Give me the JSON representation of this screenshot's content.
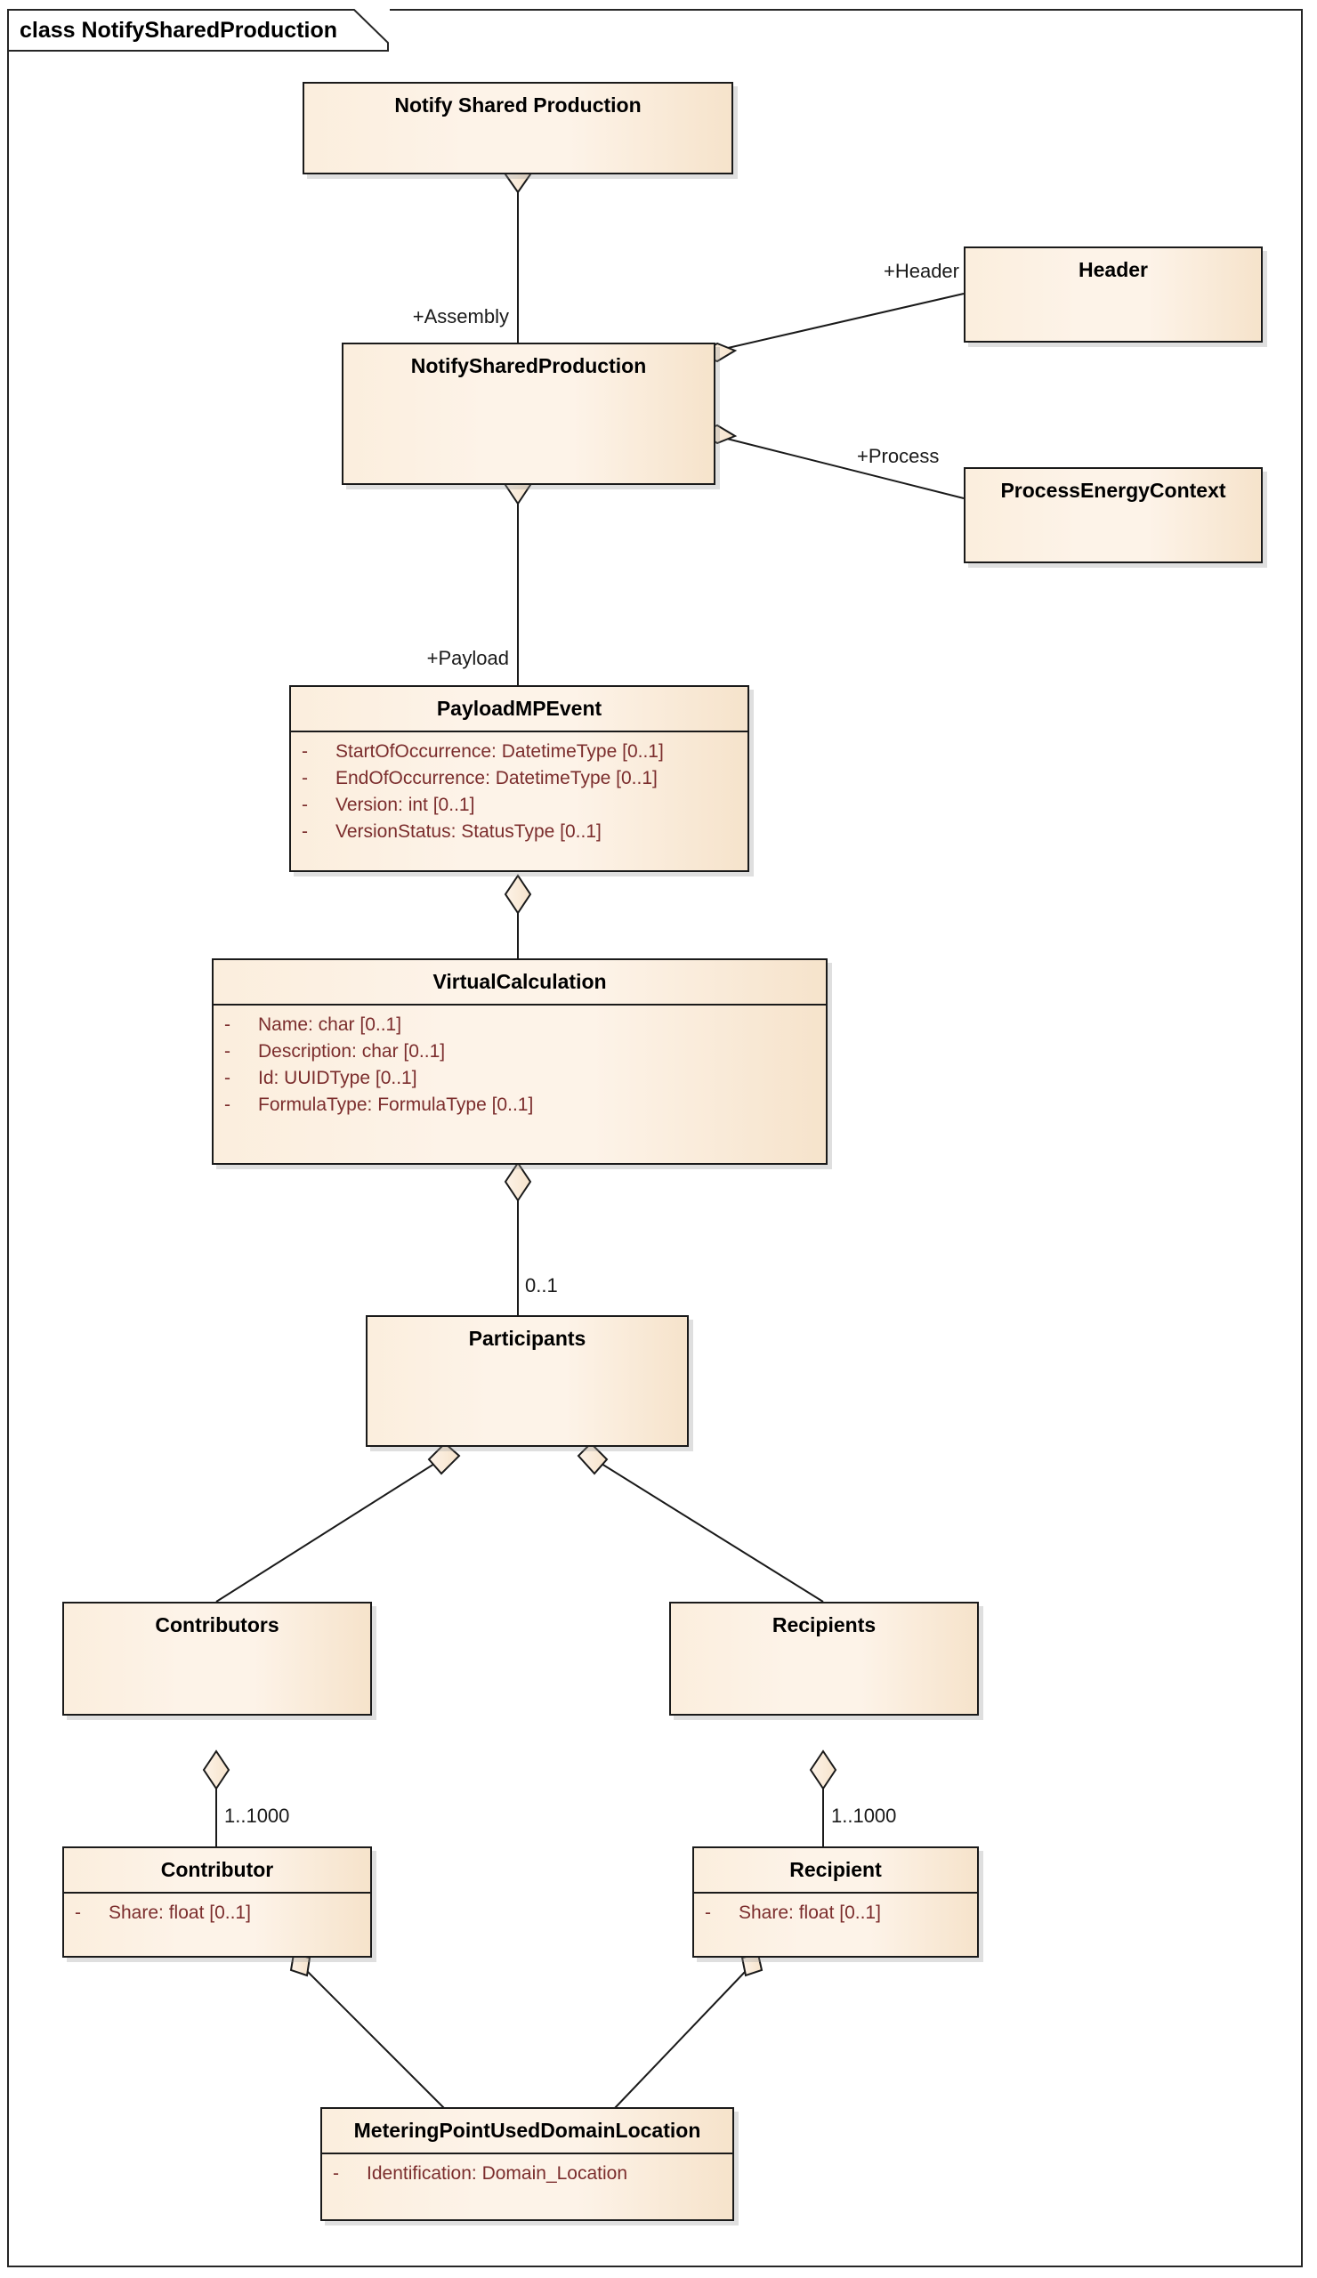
{
  "diagram": {
    "frame_label": "class NotifySharedProduction",
    "kind": "uml-class-diagram",
    "palette": {
      "class_fill_light": "#fdf3e8",
      "class_fill_dark": "#f6e3cb",
      "class_border": "#1a1a1a",
      "attribute_text": "#7b2d2d",
      "title_text": "#000000",
      "edge_line": "#1a1a1a",
      "background": "#ffffff"
    }
  },
  "classes": {
    "notify_shared_production_root": {
      "name": "Notify Shared Production",
      "attributes": []
    },
    "notify_shared_production": {
      "name": "NotifySharedProduction",
      "attributes": []
    },
    "header": {
      "name": "Header",
      "attributes": []
    },
    "process_energy_context": {
      "name": "ProcessEnergyContext",
      "attributes": []
    },
    "payload_mp_event": {
      "name": "PayloadMPEvent",
      "attributes": [
        {
          "visibility": "-",
          "text": "StartOfOccurrence: DatetimeType [0..1]"
        },
        {
          "visibility": "-",
          "text": "EndOfOccurrence: DatetimeType [0..1]"
        },
        {
          "visibility": "-",
          "text": "Version: int [0..1]"
        },
        {
          "visibility": "-",
          "text": "VersionStatus: StatusType [0..1]"
        }
      ]
    },
    "virtual_calculation": {
      "name": "VirtualCalculation",
      "attributes": [
        {
          "visibility": "-",
          "text": "Name: char [0..1]"
        },
        {
          "visibility": "-",
          "text": "Description: char [0..1]"
        },
        {
          "visibility": "-",
          "text": "Id: UUIDType [0..1]"
        },
        {
          "visibility": "-",
          "text": "FormulaType: FormulaType [0..1]"
        }
      ]
    },
    "participants": {
      "name": "Participants",
      "attributes": []
    },
    "contributors": {
      "name": "Contributors",
      "attributes": []
    },
    "recipients": {
      "name": "Recipients",
      "attributes": []
    },
    "contributor": {
      "name": "Contributor",
      "attributes": [
        {
          "visibility": "-",
          "text": "Share: float [0..1]"
        }
      ]
    },
    "recipient": {
      "name": "Recipient",
      "attributes": [
        {
          "visibility": "-",
          "text": "Share: float [0..1]"
        }
      ]
    },
    "metering_point_used_domain_location": {
      "name": "MeteringPointUsedDomainLocation",
      "attributes": [
        {
          "visibility": "-",
          "text": "Identification: Domain_Location"
        }
      ]
    }
  },
  "relationships": [
    {
      "id": "rel-assembly",
      "from": "notify_shared_production_root",
      "to": "notify_shared_production",
      "type": "aggregation",
      "role_label": "+Assembly",
      "multiplicity": ""
    },
    {
      "id": "rel-header",
      "from": "notify_shared_production",
      "to": "header",
      "type": "aggregation",
      "role_label": "+Header",
      "multiplicity": ""
    },
    {
      "id": "rel-process",
      "from": "notify_shared_production",
      "to": "process_energy_context",
      "type": "aggregation",
      "role_label": "+Process",
      "multiplicity": ""
    },
    {
      "id": "rel-payload",
      "from": "notify_shared_production",
      "to": "payload_mp_event",
      "type": "aggregation",
      "role_label": "+Payload",
      "multiplicity": ""
    },
    {
      "id": "rel-virtualcalc",
      "from": "payload_mp_event",
      "to": "virtual_calculation",
      "type": "aggregation",
      "role_label": "",
      "multiplicity": ""
    },
    {
      "id": "rel-participants",
      "from": "virtual_calculation",
      "to": "participants",
      "type": "aggregation",
      "role_label": "",
      "multiplicity": "0..1"
    },
    {
      "id": "rel-contributors",
      "from": "participants",
      "to": "contributors",
      "type": "aggregation",
      "role_label": "",
      "multiplicity": ""
    },
    {
      "id": "rel-recipients",
      "from": "participants",
      "to": "recipients",
      "type": "aggregation",
      "role_label": "",
      "multiplicity": ""
    },
    {
      "id": "rel-contributor",
      "from": "contributors",
      "to": "contributor",
      "type": "aggregation",
      "role_label": "",
      "multiplicity": "1..1000"
    },
    {
      "id": "rel-recipient",
      "from": "recipients",
      "to": "recipient",
      "type": "aggregation",
      "role_label": "",
      "multiplicity": "1..1000"
    },
    {
      "id": "rel-mp-contrib",
      "from": "contributor",
      "to": "metering_point_used_domain_location",
      "type": "aggregation",
      "role_label": "",
      "multiplicity": ""
    },
    {
      "id": "rel-mp-recip",
      "from": "recipient",
      "to": "metering_point_used_domain_location",
      "type": "aggregation",
      "role_label": "",
      "multiplicity": ""
    }
  ],
  "edge_labels": {
    "assembly": "+Assembly",
    "header": "+Header",
    "process": "+Process",
    "payload": "+Payload",
    "participants_multiplicity": "0..1",
    "contributor_multiplicity": "1..1000",
    "recipient_multiplicity": "1..1000"
  }
}
